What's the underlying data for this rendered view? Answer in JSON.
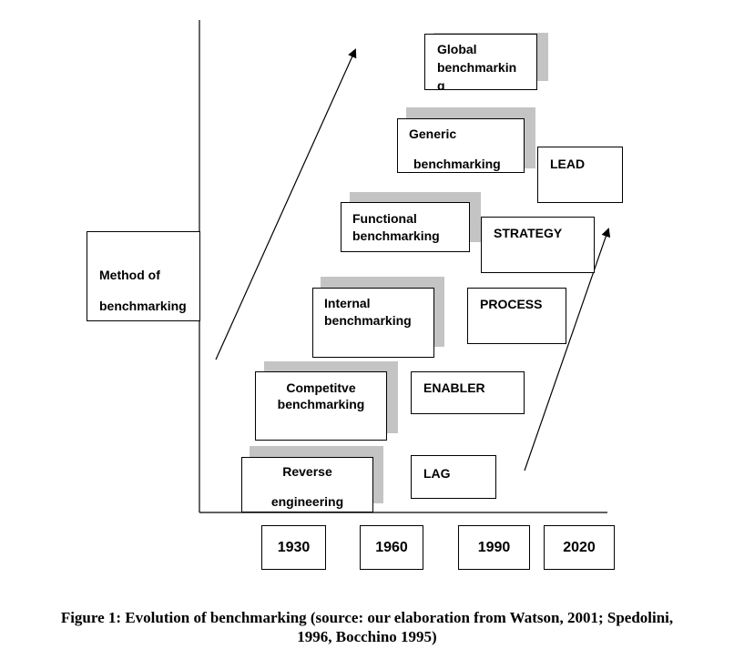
{
  "y_label": [
    "Method of",
    "benchmarking"
  ],
  "methods": [
    {
      "line1": "Reverse",
      "line2": "engineering"
    },
    {
      "line1": "Competitve",
      "line2": "benchmarking"
    },
    {
      "line1": "Internal",
      "line2": "benchmarking"
    },
    {
      "line1": "Functional",
      "line2": "benchmarking"
    },
    {
      "line1": "Generic",
      "line2": "benchmarking"
    },
    {
      "line1": "Global",
      "line2": "benchmarkin",
      "line3": "g"
    }
  ],
  "stages": [
    "LAG",
    "ENABLER",
    "PROCESS",
    "STRATEGY",
    "LEAD"
  ],
  "years": [
    "1930",
    "1960",
    "1990",
    "2020"
  ],
  "caption": {
    "line1": "Figure 1: Evolution of benchmarking (source: our elaboration from Watson, 2001; Spedolini,",
    "line2": "1996, Bocchino 1995)"
  }
}
